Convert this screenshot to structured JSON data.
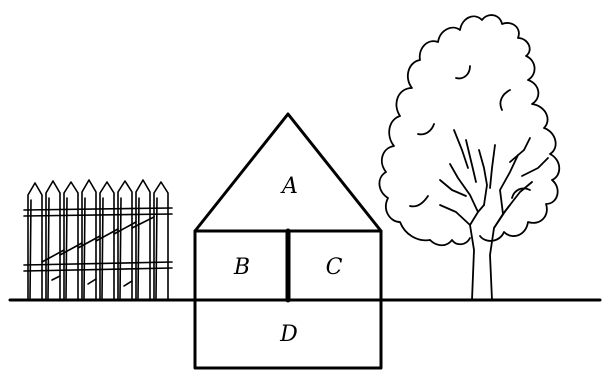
{
  "labels": {
    "roof": "A",
    "left_room": "B",
    "right_room": "C",
    "basement": "D"
  },
  "colors": {
    "ink": "#000000",
    "background": "#ffffff"
  },
  "icons": [
    "fence-icon",
    "tree-icon"
  ]
}
